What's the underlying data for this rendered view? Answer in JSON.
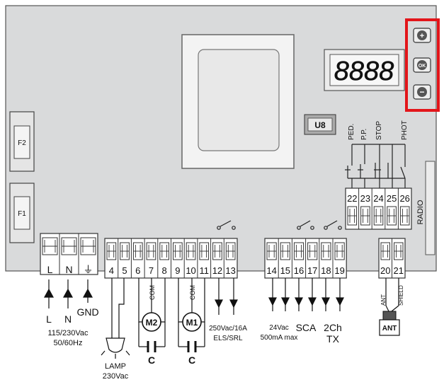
{
  "display": {
    "digits": "8888"
  },
  "chip": {
    "label": "U8"
  },
  "buttons": {
    "plus": "+",
    "ok": "OK",
    "minus": "−"
  },
  "fuses": {
    "f2": "F2",
    "f1": "F1"
  },
  "radio": {
    "label": "RADIO"
  },
  "power_terminals": [
    "L",
    "N",
    "⏚"
  ],
  "motor_terminals": [
    "4",
    "5",
    "6",
    "7",
    "8",
    "9",
    "10",
    "11",
    "12",
    "13"
  ],
  "accessory_terminals": [
    "14",
    "15",
    "16",
    "17",
    "18",
    "19"
  ],
  "antenna_terminals": [
    "20",
    "21"
  ],
  "input_terminals": [
    "22",
    "23",
    "24",
    "25",
    "26"
  ],
  "input_labels": [
    "PED.",
    "P.P.",
    "STOP",
    "PHOT"
  ],
  "power": {
    "l": "L",
    "n": "N",
    "gnd": "GND",
    "voltage": "115/230Vac",
    "freq": "50/60Hz"
  },
  "lamp": {
    "label": "LAMP",
    "voltage": "230Vac"
  },
  "motors": {
    "m2": "M2",
    "m1": "M1",
    "com": "COM",
    "cap": "C"
  },
  "els": {
    "line1": "250Vac/16A",
    "line2": "ELS/SRL"
  },
  "acc": {
    "line1": "24Vac",
    "line2": "500mA max"
  },
  "sca": {
    "label": "SCA"
  },
  "tx": {
    "line1": "2Ch",
    "line2": "TX"
  },
  "antenna": {
    "ant": "ANT",
    "shield": "SHIELD",
    "connector": "ANT"
  },
  "colors": {
    "board": "#d9dadb",
    "terminal": "#ffffff",
    "stroke": "#333333",
    "highlight": "#e3151a"
  }
}
